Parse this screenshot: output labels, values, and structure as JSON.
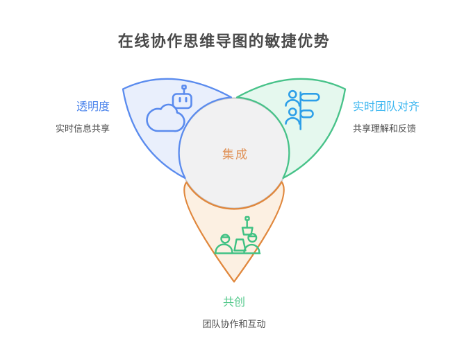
{
  "page": {
    "title": "在线协作思维导图的敏捷优势"
  },
  "center": {
    "label": "集成"
  },
  "petals": {
    "transparency": {
      "title": "透明度",
      "subtitle": "实时信息共享",
      "icon": "cloud-robot-icon"
    },
    "alignment": {
      "title": "实时团队对齐",
      "subtitle": "共享理解和反馈",
      "icon": "people-timeline-icon"
    },
    "cocreation": {
      "title": "共创",
      "subtitle": "团队协作和互动",
      "icon": "team-collaboration-icon"
    }
  },
  "colors": {
    "title_text": "#4a4a4a",
    "subtitle_text": "#4c4c4c",
    "petal_blue_fill": "#e9effc",
    "petal_blue_stroke": "#5a8bee",
    "petal_green_fill": "#e5f8ee",
    "petal_green_stroke": "#47c289",
    "petal_orange_fill": "#fcf0e2",
    "petal_orange_stroke": "#e0873c",
    "circle_fill": "#f1f1f2",
    "circle_stroke": "#c9c9cc",
    "label_blue": "#4e86ec",
    "label_cyan": "#3eb7f0",
    "label_green": "#55c98c",
    "center_text": "#e09156",
    "icon_blue": "#5a8bee",
    "icon_cyan": "#2d9fe8",
    "icon_green": "#3fc183"
  }
}
